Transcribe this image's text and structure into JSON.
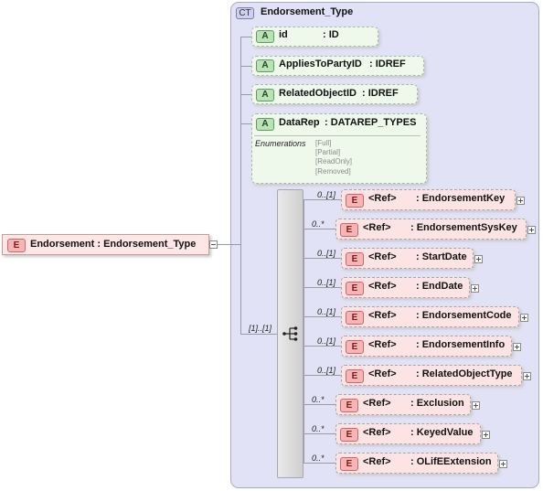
{
  "root": {
    "badge": "E",
    "label": "Endorsement : Endorsement_Type"
  },
  "complex_type": {
    "badge": "CT",
    "name": "Endorsement_Type"
  },
  "attributes": [
    {
      "badge": "A",
      "name": "id",
      "type": ": ID"
    },
    {
      "badge": "A",
      "name": "AppliesToPartyID",
      "type": ": IDREF"
    },
    {
      "badge": "A",
      "name": "RelatedObjectID",
      "type": ": IDREF"
    },
    {
      "badge": "A",
      "name": "DataRep",
      "type": ": DATAREP_TYPES",
      "enumerations_label": "Enumerations",
      "enumerations": [
        "[Full]",
        "[Partial]",
        "[ReadOnly]",
        "[Removed]"
      ]
    }
  ],
  "sequence": {
    "multiplicity": "[1]..[1]"
  },
  "elements": [
    {
      "badge": "E",
      "ref": "<Ref>",
      "name": ": EndorsementKey",
      "multiplicity": "0..[1]"
    },
    {
      "badge": "E",
      "ref": "<Ref>",
      "name": ": EndorsementSysKey",
      "multiplicity": "0..*"
    },
    {
      "badge": "E",
      "ref": "<Ref>",
      "name": ": StartDate",
      "multiplicity": "0..[1]"
    },
    {
      "badge": "E",
      "ref": "<Ref>",
      "name": ": EndDate",
      "multiplicity": "0..[1]"
    },
    {
      "badge": "E",
      "ref": "<Ref>",
      "name": ": EndorsementCode",
      "multiplicity": "0..[1]"
    },
    {
      "badge": "E",
      "ref": "<Ref>",
      "name": ": EndorsementInfo",
      "multiplicity": "0..[1]"
    },
    {
      "badge": "E",
      "ref": "<Ref>",
      "name": ": RelatedObjectType",
      "multiplicity": "0..[1]"
    },
    {
      "badge": "E",
      "ref": "<Ref>",
      "name": ": Exclusion",
      "multiplicity": "0..*"
    },
    {
      "badge": "E",
      "ref": "<Ref>",
      "name": ": KeyedValue",
      "multiplicity": "0..*"
    },
    {
      "badge": "E",
      "ref": "<Ref>",
      "name": ": OLifEExtension",
      "multiplicity": "0..*"
    }
  ]
}
